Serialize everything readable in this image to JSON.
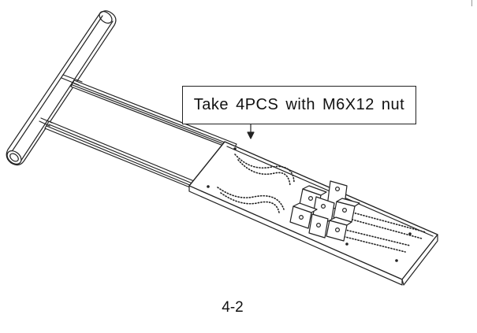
{
  "callout": {
    "text": "Take 4PCS with M6X12 nut"
  },
  "figure": {
    "label": "4-2"
  },
  "parts": [
    {
      "name": "t-handle-tube",
      "icon": "cylinder-bar-icon"
    },
    {
      "name": "parallel-rails",
      "icon": "rail-icon"
    },
    {
      "name": "mounting-plate",
      "icon": "plate-icon"
    },
    {
      "name": "mounting-brackets",
      "icon": "bracket-icon"
    }
  ],
  "colors": {
    "line": "#222222",
    "background": "#ffffff"
  }
}
